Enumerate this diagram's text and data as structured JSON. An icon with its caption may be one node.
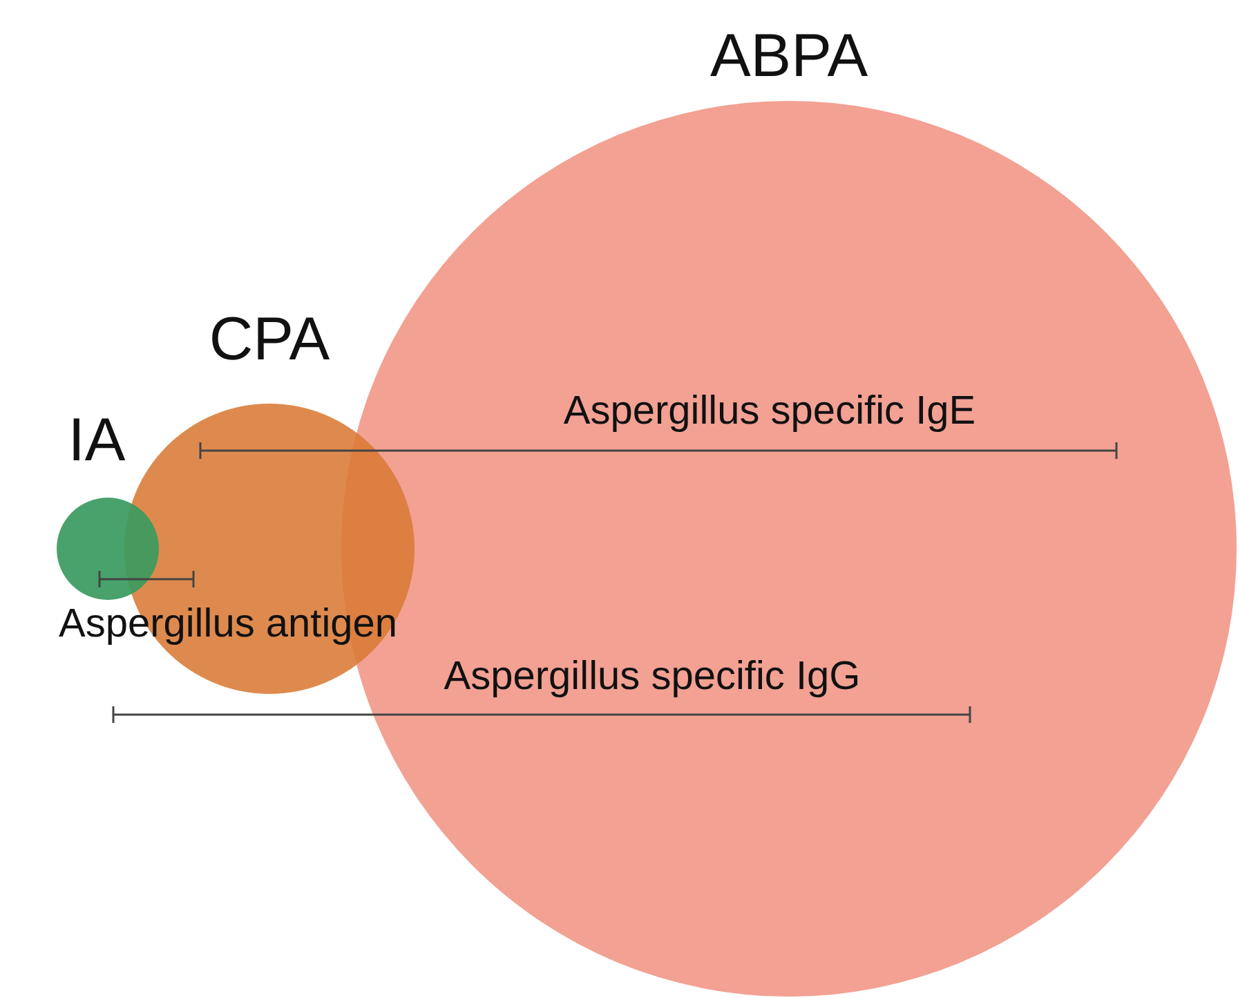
{
  "diagram": {
    "nodes": [
      {
        "text": [
          "ABPA"
        ]
      },
      {
        "text": [
          "CPA"
        ]
      },
      {
        "text": [
          "IA"
        ]
      }
    ],
    "labels": [
      "Aspergillus specific IgE",
      "Aspergillus antigen",
      "Aspergillus specific IgG"
    ]
  }
}
